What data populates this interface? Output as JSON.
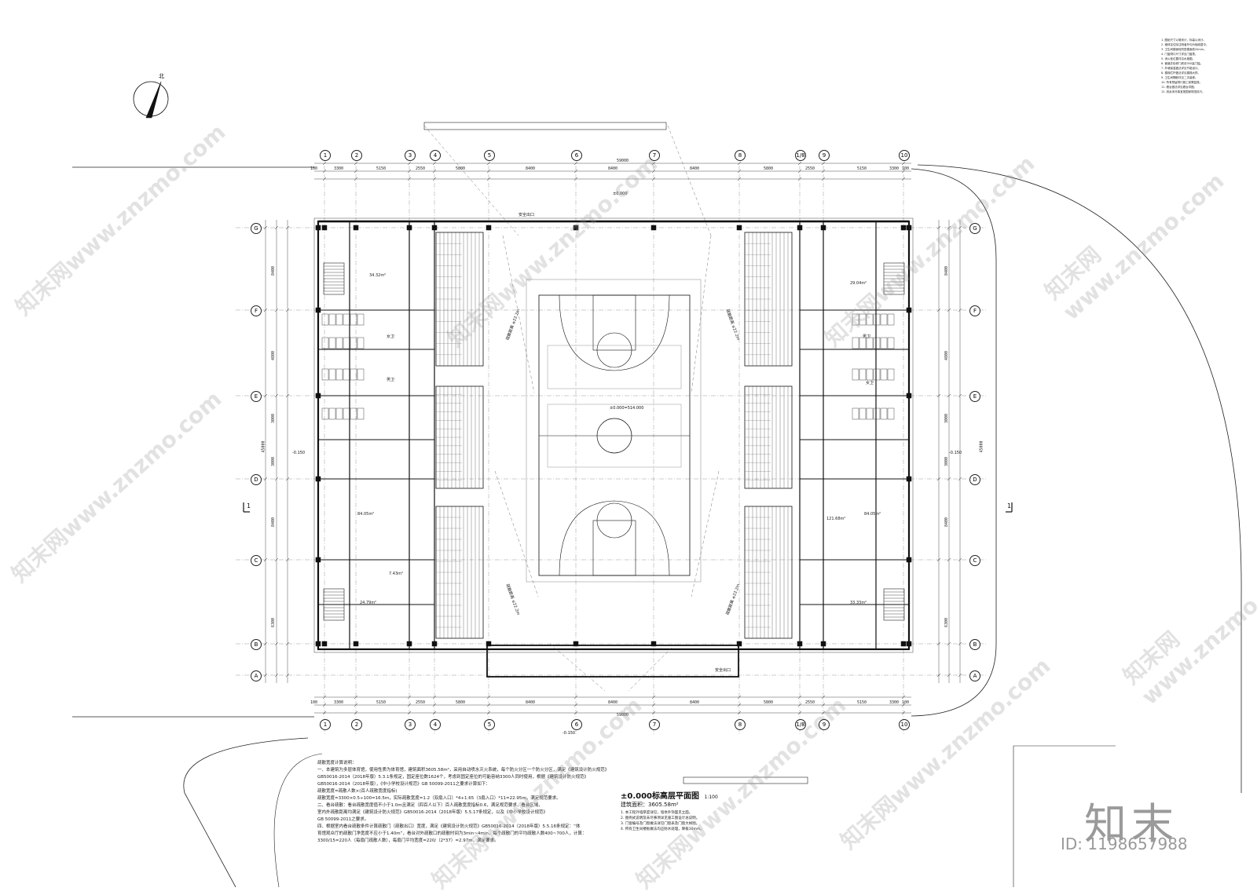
{
  "north_label": "北",
  "plan_title": "±0.000标高层平面图",
  "plan_scale": "1:100",
  "area_label": "建筑面积：3605.58m²",
  "elev_main": "±0.000",
  "elev_minus": "-0.150",
  "court_label": "±0.000=514.000",
  "grid_top": [
    "1",
    "2",
    "3",
    "4",
    "5",
    "6",
    "7",
    "8",
    "1/8",
    "9",
    "10"
  ],
  "grid_side": [
    "G",
    "F",
    "E",
    "D",
    "C",
    "B",
    "A"
  ],
  "dims_top": [
    "100",
    "3300",
    "5150",
    "2550",
    "5800",
    "8400",
    "8400",
    "8400",
    "5800",
    "2550",
    "5150",
    "3300",
    "100"
  ],
  "dims_total": "59000",
  "dims_side": [
    "8400",
    "4800",
    "3000",
    "3000",
    "8400",
    "6300"
  ],
  "dims_side_total": "45000",
  "rooms_left": [
    "34.32m²",
    "女卫",
    "男卫",
    "84.05m²",
    "7.43m²",
    "24.79m²"
  ],
  "rooms_right": [
    "29.04m²",
    "男卫",
    "女卫",
    "84.05m²",
    "121.68m²",
    "33.33m²"
  ],
  "stair_labels": [
    "疏散距离 ≤22.2m",
    "疏散距离 ≤22.2m",
    "疏散距离 ≤22.2m",
    "疏散距离 ≤22.2m"
  ],
  "exit_label": "安全出口",
  "notes_bottom": [
    "疏散宽度计算说明：",
    "   一、本建筑为多层体育馆，使用性质为体育馆，建筑面积3605.58m²，采用自动喷水灭火系统，每个防火分区一个防火分区，满足《建筑设计防火规范》",
    "GB50016-2014（2018年版）5.3.1条规定，固定座位数1624个，考虑到固定座位的可能容纳3300人同时使用，根据《建筑设计防火规范》",
    "GB50016-2014（2018年版），《中小学校设计规范》GB 50099-2011之要求计算如下：",
    "   疏散宽度=疏散人数×(百人疏散宽度指标)",
    "   疏散宽度=3300×0.5÷100=16.5m，实际疏散宽度=1.2（双扇入口）*4+1.65（3扇入口）*11=22.95m，满足规范要求。",
    "   二、看台疏散：看台疏散宽度值不小于1.0m且满足（四百人以下）百人疏散宽度指标0.6，满足规范要求，看台区域，",
    "室内外疏散距离均满足《建筑设计防火规范》GB50016-2014（2018年版）5.5.17条规定，以及《中小学校设计规范》",
    "GB 50099-2011之要求。",
    "   四、根据室内看台疏散条件计算疏散门（疏散出口）宽度，满足《建筑设计防火规范》GB50016-2014（2018年版）5.5.16条规定：“体",
    "育馆观众厅的疏散门净宽度不应小于1.40m”，看台对外疏散口的疏散时间为3min~4min，每个疏散门的平均疏散人数400~700人，计算：",
    "3300/15=220人（每扇门疏散人数），每扇门平均宽度=220/（2*37）=2.97m，满足要求。"
  ],
  "notes_legend": [
    "1. 本工程外墙厚度详见，墙体外饰面见立面。",
    "2. 图例式说明及未尽事项详见施工图设计总说明。",
    "3. 门窗编号及门窗做法详见门窗表及门窗大样图。",
    "4. 所有卫生间楼板做法均应防水处理，降板30mm。"
  ],
  "notes_topright": [
    "1. 图纸尺寸以毫米计，标高以米计。",
    "2. 墙体定位除注明者外均为轴线居中。",
    "3. 卫生间楼面较同层楼面低20mm。",
    "4. 门窗洞口尺寸详见门窗表。",
    "5. 消火栓位置详见水施图。",
    "6. 管道井检修门底设300高门槛。",
    "7. 外墙保温做法详见节能设计。",
    "8. 楼梯栏杆做法详见楼梯大样。",
    "9. 卫生间隔断详见二次装修。",
    "10. 所有预留洞口施工前需复核。",
    "11. 看台做法详见看台详图。",
    "12. 其余未尽事宜按国家规范执行。"
  ],
  "section_mark": "1",
  "watermark_brand": "知末",
  "watermark_id": "ID: 1198657988",
  "watermark_diag": "知末网www.znzmo.com"
}
